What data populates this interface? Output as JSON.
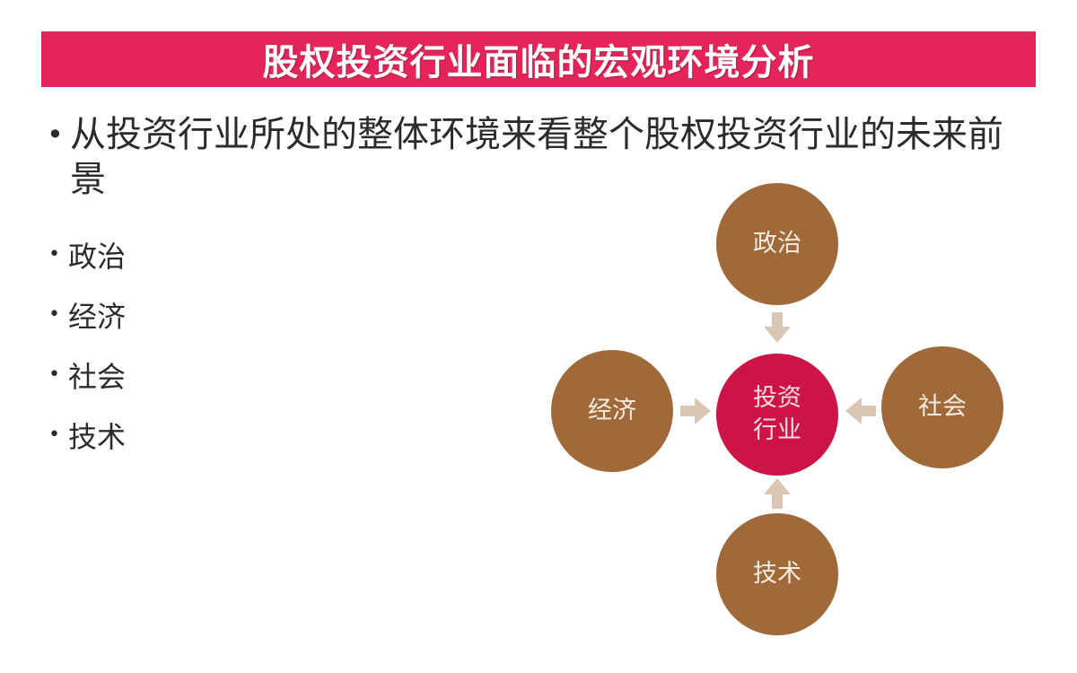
{
  "slide": {
    "title": "股权投资行业面临的宏观环境分析",
    "colors": {
      "title_band": "#e4245a",
      "factor_circle": "#a0693a",
      "center_circle": "#cc1446",
      "arrow": "#d9c6b3",
      "text": "#2b2b2b"
    },
    "main_bullet": "从投资行业所处的整体环境来看整个股权投资行业的未来前景",
    "sub_bullets": [
      "政治",
      "经济",
      "社会",
      "技术"
    ]
  },
  "diagram": {
    "center": {
      "line1": "投资",
      "line2": "行业"
    },
    "top": "政治",
    "left": "经济",
    "right": "社会",
    "bottom": "技术"
  }
}
